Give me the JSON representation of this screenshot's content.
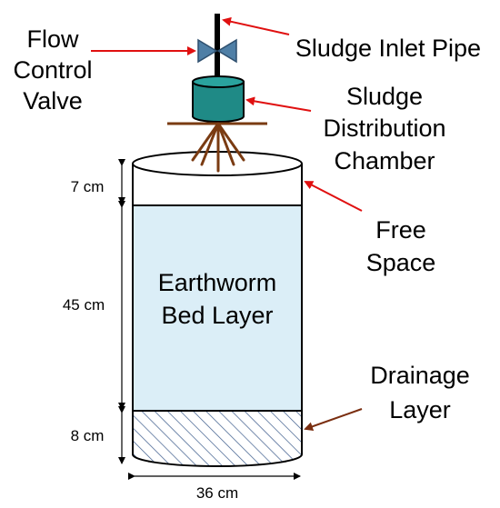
{
  "labels": {
    "flow_valve_1": "Flow",
    "flow_valve_2": "Control",
    "flow_valve_3": "Valve",
    "inlet_pipe": "Sludge Inlet Pipe",
    "chamber_1": "Sludge",
    "chamber_2": "Distribution",
    "chamber_3": "Chamber",
    "free_space_1": "Free",
    "free_space_2": "Space",
    "bed_1": "Earthworm",
    "bed_2": "Bed Layer",
    "drainage_1": "Drainage",
    "drainage_2": "Layer"
  },
  "dimensions": {
    "free_space_height": "7 cm",
    "bed_height": "45 cm",
    "drainage_height": "8 cm",
    "diameter": "36 cm"
  },
  "colors": {
    "bed_fill": "#dbeef7",
    "chamber_fill": "#1f8a86",
    "valve_fill": "#4f7fa6",
    "wood": "#7a3b12",
    "arrow_red": "#e01010",
    "arrow_brown": "#7a2e10",
    "hatch": "#3a5a8a"
  }
}
